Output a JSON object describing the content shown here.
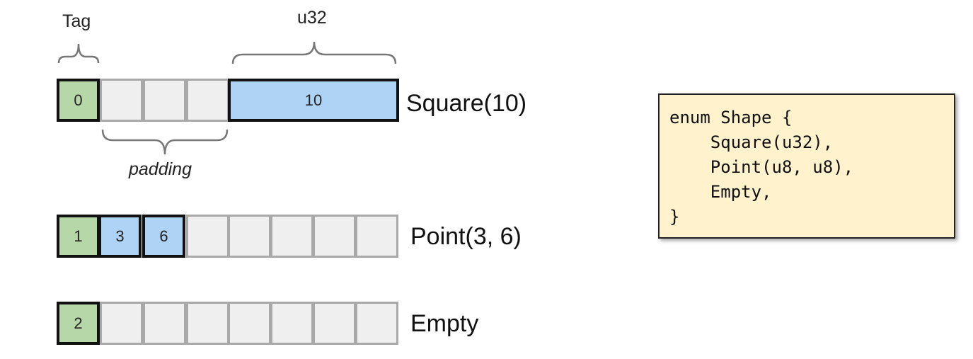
{
  "annotations": {
    "tag": "Tag",
    "u32": "u32",
    "padding": "padding"
  },
  "rows": [
    {
      "label": "Square(10)",
      "tag": "0",
      "values": [
        "10"
      ]
    },
    {
      "label": "Point(3, 6)",
      "tag": "1",
      "values": [
        "3",
        "6"
      ]
    },
    {
      "label": "Empty",
      "tag": "2",
      "values": []
    }
  ],
  "code": {
    "lines": [
      "enum Shape {",
      "    Square(u32),",
      "    Point(u8, u8),",
      "    Empty,",
      "}"
    ]
  },
  "colors": {
    "tag_fill": "#b6d7a8",
    "value_fill": "#aed3f4",
    "empty_fill": "#efefef",
    "code_bg": "#fff2cc"
  }
}
